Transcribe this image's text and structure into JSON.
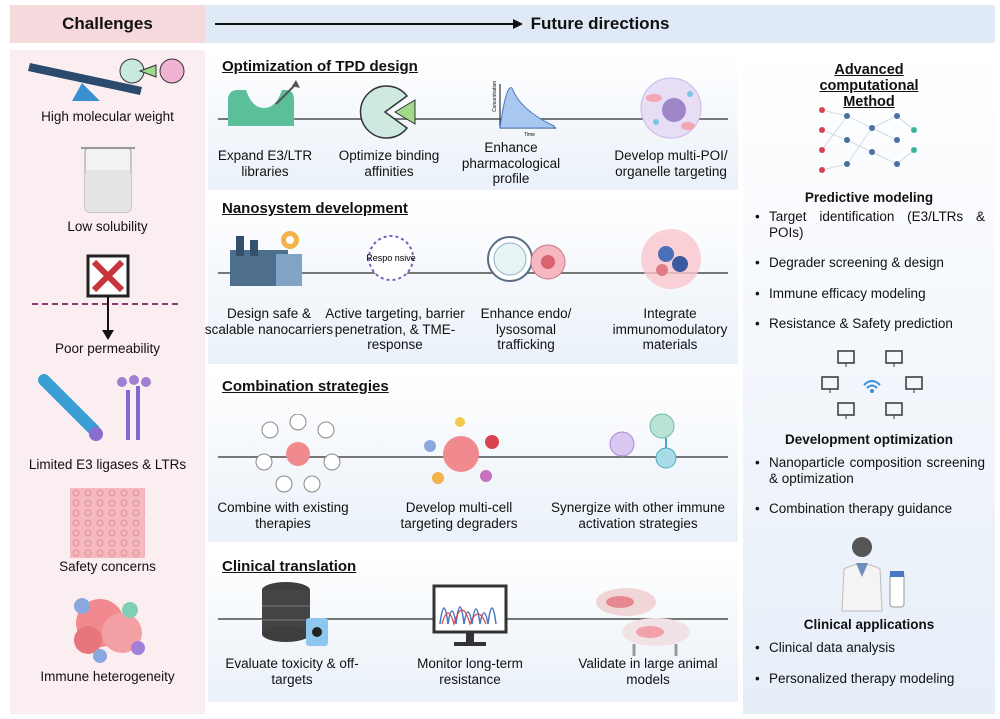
{
  "header": {
    "challenges": "Challenges",
    "future": "Future directions"
  },
  "challenges": [
    "High molecular weight",
    "Low solubility",
    "Poor permeability",
    "Limited E3 ligases & LTRs",
    "Safety concerns",
    "Immune heterogeneity"
  ],
  "panels": {
    "tpd": {
      "title": "Optimization of TPD design",
      "items": [
        "Expand E3/LTR libraries",
        "Optimize binding affinities",
        "Enhance pharmacological profile",
        "Develop multi-POI/ organelle targeting"
      ],
      "mini_labels": {
        "y": "Concentration",
        "x": "Time"
      }
    },
    "nano": {
      "title": "Nanosystem development",
      "items": [
        "Design safe & scalable nanocarriers",
        "Active targeting, barrier penetration, & TME-response",
        "Enhance endo/ lysosomal trafficking",
        "Integrate immunomodulatory materials"
      ],
      "responsive_label": "Respo nsive"
    },
    "combo": {
      "title": "Combination strategies",
      "items": [
        "Combine with existing therapies",
        "Develop multi-cell targeting degraders",
        "Synergize with other immune activation strategies"
      ]
    },
    "clinical": {
      "title": "Clinical translation",
      "items": [
        "Evaluate toxicity & off-targets",
        "Monitor long-term resistance",
        "Validate in large animal models"
      ]
    }
  },
  "right": {
    "title": "Advanced computational Method",
    "predictive": {
      "title": "Predictive modeling",
      "bullets": [
        "Target identification (E3/LTRs & POIs)",
        "Degrader screening & design",
        "Immune efficacy modeling",
        "Resistance & Safety prediction"
      ]
    },
    "development": {
      "title": "Development optimization",
      "bullets": [
        "Nanoparticle composition screening & optimization",
        "Combination therapy guidance"
      ]
    },
    "clinical_apps": {
      "title": "Clinical applications",
      "bullets": [
        "Clinical data analysis",
        "Personalized therapy modeling"
      ]
    }
  }
}
